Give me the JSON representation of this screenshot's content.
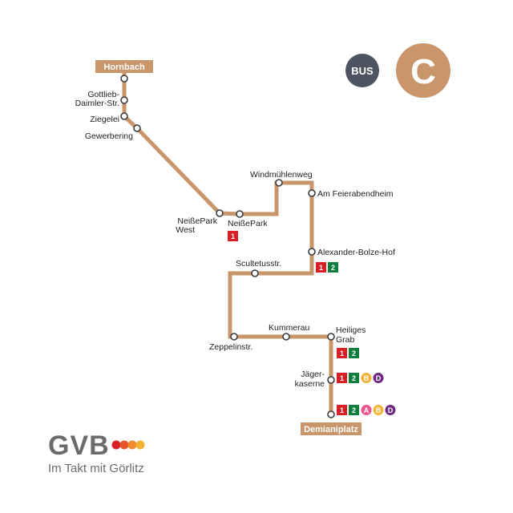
{
  "header": {
    "mode_label": "BUS",
    "line_label": "C"
  },
  "colors": {
    "route": "#c9956b",
    "bus_badge": "#4d5360",
    "tram_1": "#d81f26",
    "tram_2": "#0f7d3b",
    "bus_A": "#e8558f",
    "bus_B": "#f2b234",
    "bus_D": "#6e2a82",
    "logo_text": "#6b6b6b"
  },
  "terminals": {
    "start": "Hornbach",
    "end": "Demianiplatz"
  },
  "stops": [
    {
      "name": "Gottlieb-",
      "name2": "Daimler-Str.",
      "connections": []
    },
    {
      "name": "Ziegelei",
      "connections": []
    },
    {
      "name": "Gewerbering",
      "connections": []
    },
    {
      "name": "NeißePark",
      "name2": "West",
      "connections": []
    },
    {
      "name": "NeißePark",
      "connections": [
        "1"
      ]
    },
    {
      "name": "Windmühlenweg",
      "connections": []
    },
    {
      "name": "Am Feierabendheim",
      "connections": []
    },
    {
      "name": "Alexander-Bolze-Hof",
      "connections": [
        "1",
        "2"
      ]
    },
    {
      "name": "Scultetusstr.",
      "connections": []
    },
    {
      "name": "Zeppelinstr.",
      "connections": []
    },
    {
      "name": "Kummerau",
      "connections": []
    },
    {
      "name": "Heiliges",
      "name2": "Grab",
      "connections": [
        "1",
        "2"
      ]
    },
    {
      "name": "Jäger-",
      "name2": "kaserne",
      "connections": [
        "1",
        "2",
        "B",
        "D"
      ]
    },
    {
      "name": "Demianiplatz",
      "connections": [
        "1",
        "2",
        "A",
        "B",
        "D"
      ]
    }
  ],
  "brand": {
    "logo": "GVB",
    "slogan": "Im Takt mit Görlitz"
  }
}
